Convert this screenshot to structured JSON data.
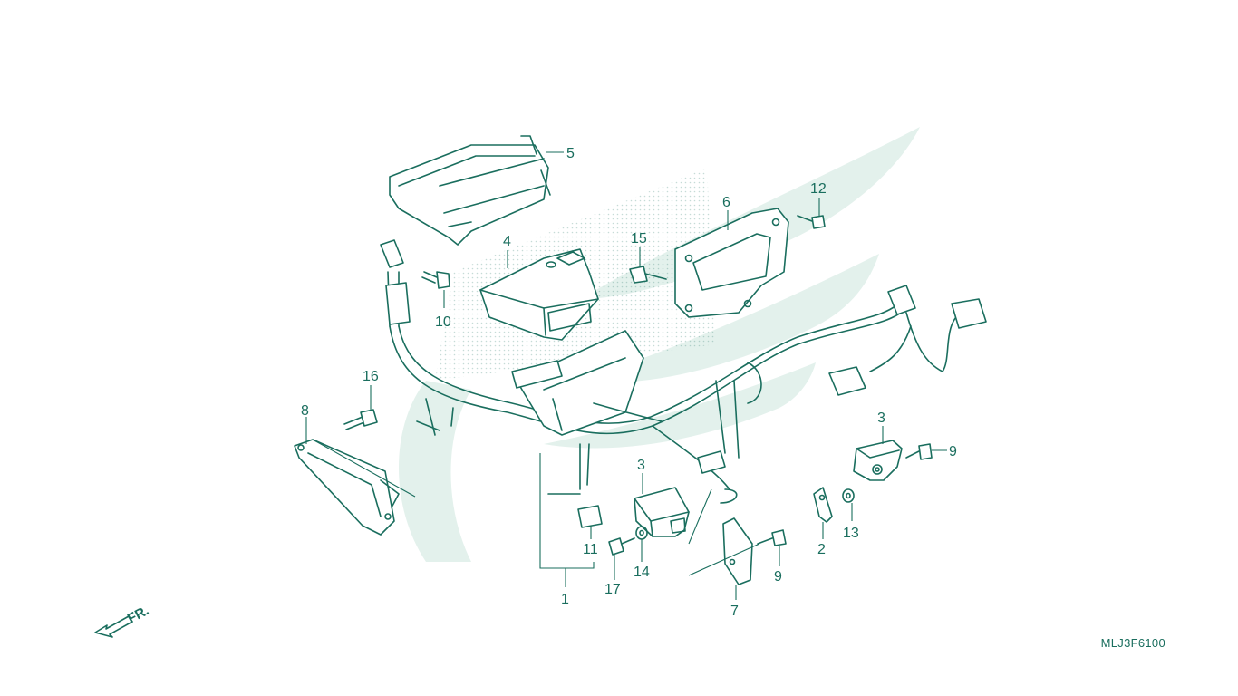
{
  "diagram_code": "MLJ3F6100",
  "direction_label": "FR.",
  "colors": {
    "line": "#1a6e5e",
    "watermark": "#e3f1ec",
    "background": "#ffffff"
  },
  "callouts": [
    "1",
    "2",
    "3",
    "3",
    "4",
    "5",
    "6",
    "7",
    "8",
    "9",
    "9",
    "10",
    "11",
    "12",
    "13",
    "14",
    "15",
    "16",
    "17"
  ]
}
